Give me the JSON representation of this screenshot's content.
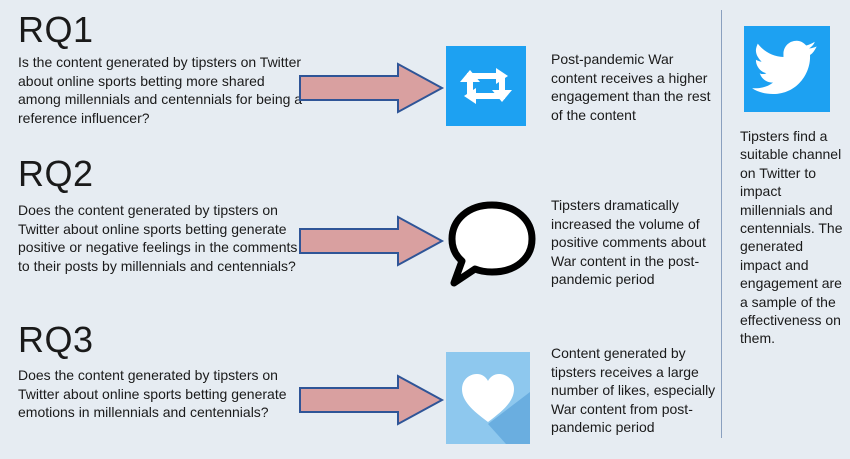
{
  "rq1": {
    "title": "RQ1",
    "question": "Is the content generated by tipsters on Twitter about online sports betting more shared among millennials and centennials for being a reference influencer?",
    "finding": "Post-pandemic War content receives a higher engagement than the rest of the content",
    "icon": "retweet-icon"
  },
  "rq2": {
    "title": "RQ2",
    "question": "Does the content generated by tipsters on Twitter about online sports betting generate positive or negative feelings in the comments to their posts by millennials and centennials?",
    "finding": "Tipsters dramatically increased the volume of positive comments about War content in the post-pandemic period",
    "icon": "speech-bubble-icon"
  },
  "rq3": {
    "title": "RQ3",
    "question": "Does the content generated by tipsters on Twitter about online sports betting generate emotions in millennials and centennials?",
    "finding": "Content generated by tipsters receives a large number of likes, especially War content from post-pandemic period",
    "icon": "heart-icon"
  },
  "conclusion": {
    "icon": "twitter-bird-icon",
    "text": "Tipsters find a suitable channel on Twitter to impact millennials and centennials. The generated impact and engagement are a sample of the effectiveness on them."
  },
  "colors": {
    "background": "#e6ecf2",
    "arrow_fill": "#d9a0a0",
    "arrow_stroke": "#2f5597",
    "retweet_bg": "#1da1f2",
    "heart_bg": "#8ec8ee",
    "twitter_bg": "#1da1f2"
  }
}
